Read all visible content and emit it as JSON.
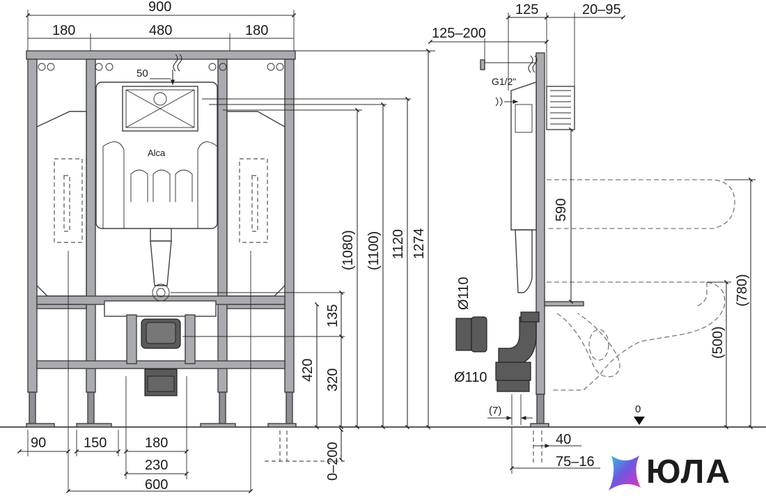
{
  "front_view": {
    "dimensions": {
      "overall_width": "900",
      "side_left": "180",
      "middle": "480",
      "side_right": "180",
      "flush_offset": "50",
      "h_1080": "(1080)",
      "h_1100": "(1100)",
      "h_1120": "1120",
      "h_1274": "1274",
      "h_135": "135",
      "h_420": "420",
      "h_320": "320",
      "h_0_200": "0–200",
      "w_90": "90",
      "w_150": "150",
      "w_180": "180",
      "w_230": "230",
      "w_600": "600"
    },
    "tank_logo": "Alca"
  },
  "side_view": {
    "dimensions": {
      "d_125": "125",
      "d_20_95": "20–95",
      "d_125_200": "125–200",
      "thread": "G1/2\"",
      "d_590": "590",
      "d_780": "(780)",
      "d_500": "(500)",
      "pipe_d1": "Ø110",
      "pipe_d2": "Ø110",
      "d_7": "(7)",
      "floor_zero": "0",
      "d_40": "40",
      "d_75_16": "75–16"
    }
  },
  "brand": {
    "name": "ЮЛА",
    "colors": [
      "#3a7bd5",
      "#9b3fd6",
      "#e0409a",
      "#34c6e0"
    ]
  }
}
